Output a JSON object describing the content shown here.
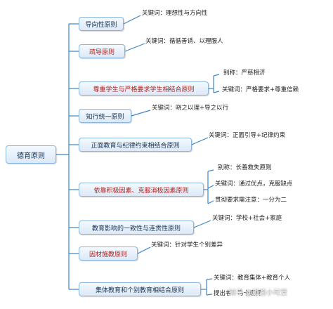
{
  "root": {
    "label": "德育原则"
  },
  "principles": [
    {
      "label": "导向性原则",
      "highlight": false,
      "notes": [
        "关键词：理想性与方向性"
      ]
    },
    {
      "label": "疏导原则",
      "highlight": true,
      "notes": [
        "关键词：循循善诱、以理服人"
      ]
    },
    {
      "label": "尊重学生与严格要求学生相结合原则",
      "highlight": true,
      "notes": [
        "别称：严慈相济",
        "关键词：严格要求+尊重信赖"
      ]
    },
    {
      "label": "知行统一原则",
      "highlight": false,
      "notes": [
        "关键词：晓之以理+导之以行"
      ]
    },
    {
      "label": "正面教育与纪律约束相结合原则",
      "highlight": false,
      "notes": [
        "关键词：正面引导+纪律约束"
      ]
    },
    {
      "label": "依靠积极因素、克服消极因素原则",
      "highlight": true,
      "notes": [
        "别称：长善救失原则",
        "关键词：通过优点，克服缺点",
        "贯彻要求需注意：一分为二"
      ]
    },
    {
      "label": "教育影响的一致性与连贯性原则",
      "highlight": false,
      "notes": [
        "关键词：学校+社会+家庭"
      ]
    },
    {
      "label": "因材施教原则",
      "highlight": true,
      "notes": [
        "关键词：针对学生个别差异"
      ]
    },
    {
      "label": "集体教育和个别教育相结合原则",
      "highlight": false,
      "notes": [
        "关键词：教育集体+教育个人",
        "提出者：马卡连柯"
      ]
    }
  ],
  "watermark": "知乎 @颜酱小可爱",
  "colors": {
    "connector": "#3a86c8",
    "highlight_text": "#b3201b",
    "box_border": "#8ab6dc"
  }
}
